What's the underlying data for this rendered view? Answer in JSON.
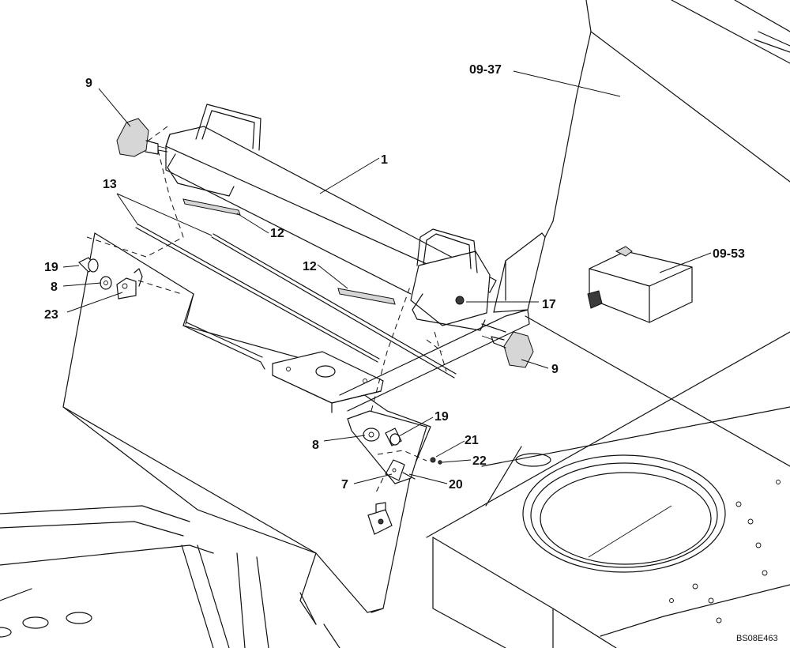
{
  "callouts": {
    "c_9_top": "9",
    "c_09_37": "09-37",
    "c_1": "1",
    "c_13": "13",
    "c_12_a": "12",
    "c_12_b": "12",
    "c_19_left": "19",
    "c_8_left": "8",
    "c_23": "23",
    "c_09_53": "09-53",
    "c_17": "17",
    "c_9_right": "9",
    "c_19_lower": "19",
    "c_8_lower": "8",
    "c_21": "21",
    "c_22": "22",
    "c_7": "7",
    "c_20": "20"
  },
  "drawing_ref": "BS08E463"
}
